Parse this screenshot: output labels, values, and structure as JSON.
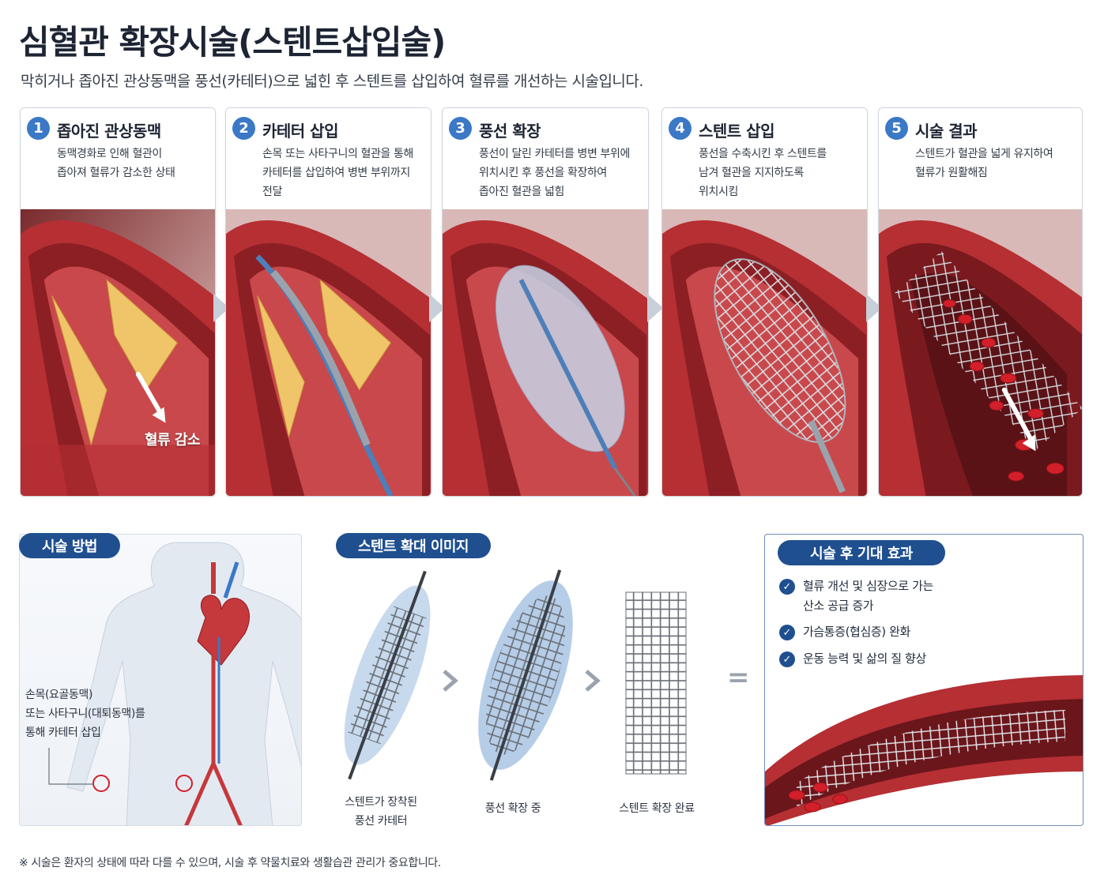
{
  "title": "심혈관 확장시술(스텐트삽입술)",
  "subtitle": "막히거나 좁아진 관상동맥을 풍선(카테터)으로 넓힌 후 스텐트를 삽입하여 혈류를 개선하는 시술입니다.",
  "steps": [
    {
      "num": "1",
      "title": "좁아진 관상동맥",
      "desc": "동맥경화로 인해 혈관이\n좁아져 혈류가 감소한 상태"
    },
    {
      "num": "2",
      "title": "카테터 삽입",
      "desc": "손목 또는 사타구니의 혈관을 통해\n카테터를 삽입하여 병변 부위까지\n전달"
    },
    {
      "num": "3",
      "title": "풍선 확장",
      "desc": "풍선이 달린 카테터를 병변 부위에\n위치시킨 후 풍선을 확장하여\n좁아진 혈관을 넓힘"
    },
    {
      "num": "4",
      "title": "스텐트 삽입",
      "desc": "풍선을 수축시킨 후 스텐트를\n남겨 혈관을 지지하도록\n위치시킴"
    },
    {
      "num": "5",
      "title": "시술 결과",
      "desc": "스텐트가 혈관을 넓게 유지하여\n혈류가 원활해짐"
    }
  ],
  "step1_arrow_label": "혈류 감소",
  "method": {
    "heading": "시술 방법",
    "note": "손목(요골동맥)\n또는 사타구니(대퇴동맥)를\n통해 카테터 삽입"
  },
  "stent_zoom": {
    "heading": "스텐트 확대 이미지",
    "labels": [
      "스텐트가 장착된\n풍선 카테터",
      "풍선 확장 중",
      "스텐트 확장 완료"
    ],
    "equals": "="
  },
  "effects": {
    "heading": "시술 후 기대 효과",
    "items": [
      "혈류 개선 및 심장으로 가는\n산소 공급 증가",
      "가슴통증(협심증) 완화",
      "운동 능력 및 삶의 질 향상"
    ],
    "check_icon": "✓"
  },
  "footer": "※ 시술은 환자의 상태에 따라 다를 수 있으며, 시술 후 약물치료와 생활습관 관리가 중요합니다.",
  "colors": {
    "accent": "#3b78c6",
    "navy": "#1f4f8f",
    "vessel": "#c5383b",
    "plaque": "#f0c56a",
    "blood": "#d21f2a"
  }
}
